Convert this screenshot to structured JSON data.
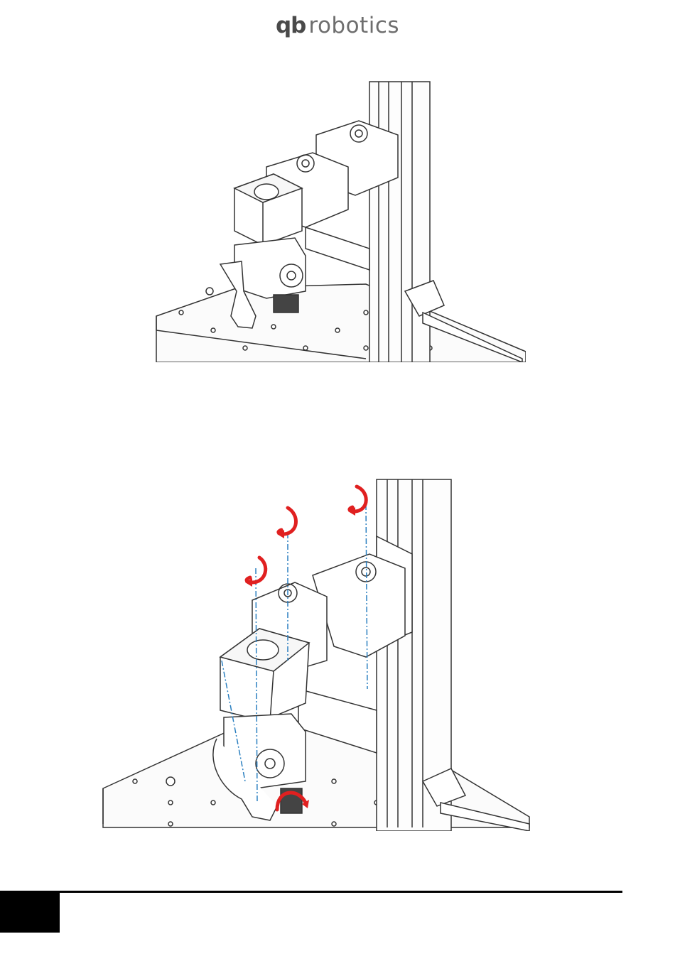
{
  "header": {
    "logo_qb": "qb",
    "logo_text": "robotics"
  },
  "figures": [
    {
      "icon": "robot-arm-drawing-straight",
      "description_icon": "line-drawing"
    },
    {
      "icon": "robot-arm-drawing-bent-with-rotation-arrows",
      "description_icon": "line-drawing"
    }
  ],
  "colors": {
    "arrow": "#e02020",
    "axis": "#2a7fc0",
    "line": "#333333",
    "footer": "#000000"
  }
}
